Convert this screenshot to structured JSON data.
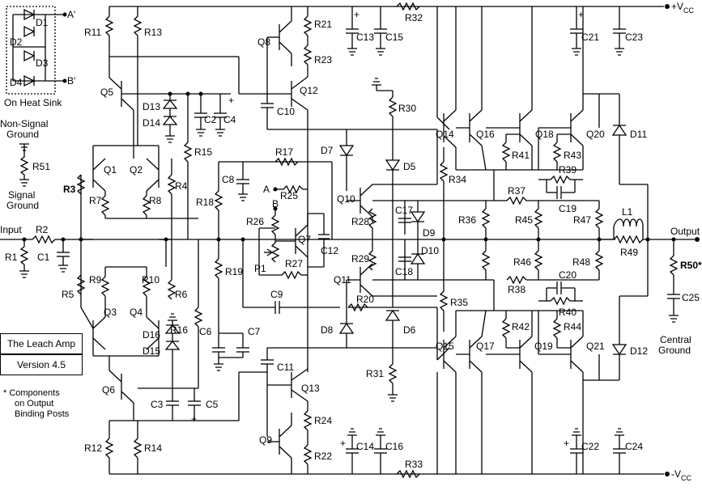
{
  "title_box": {
    "line1": "The Leach Amp",
    "line2": "Version 4.5"
  },
  "notes": {
    "heat_sink": "On Heat Sink",
    "non_signal_ground": [
      "Non-Signal",
      "Ground"
    ],
    "signal_ground": [
      "Signal",
      "Ground"
    ],
    "central_ground": [
      "Central",
      "Ground"
    ],
    "components_note": [
      "* Components",
      "on Output",
      "Binding Posts"
    ]
  },
  "terminals": {
    "input": "Input",
    "output": "Output",
    "vcc_pos": "+V",
    "vcc_neg": "-V",
    "vcc_sub": "CC",
    "a_prime": "A'",
    "b_prime": "B'",
    "a": "A",
    "b": "B"
  },
  "resistors": [
    "R1",
    "R2",
    "R3",
    "R4",
    "R5",
    "R6",
    "R7",
    "R8",
    "R9",
    "R10",
    "R11",
    "R12",
    "R13",
    "R14",
    "R15",
    "R16",
    "R17",
    "R18",
    "R19",
    "R20",
    "R21",
    "R22",
    "R23",
    "R24",
    "R25",
    "R26",
    "R27",
    "R28",
    "R29",
    "R30",
    "R31",
    "R32",
    "R33",
    "R34",
    "R35",
    "R36",
    "R37",
    "R38",
    "R39",
    "R40",
    "R41",
    "R42",
    "R43",
    "R44",
    "R45",
    "R46",
    "R47",
    "R48",
    "R49",
    "R50*",
    "R51"
  ],
  "capacitors": [
    "C1",
    "C2",
    "C3",
    "C4",
    "C5",
    "C6",
    "C7",
    "C8",
    "C9",
    "C10",
    "C11",
    "C12",
    "C13",
    "C14",
    "C15",
    "C16",
    "C17",
    "C18",
    "C19",
    "C20",
    "C21",
    "C22",
    "C23",
    "C24",
    "C25"
  ],
  "transistors": [
    "Q1",
    "Q2",
    "Q3",
    "Q4",
    "Q5",
    "Q6",
    "Q7",
    "Q8",
    "Q9",
    "Q10",
    "Q11",
    "Q12",
    "Q13",
    "Q14",
    "Q15",
    "Q16",
    "Q17",
    "Q18",
    "Q19",
    "Q20",
    "Q21"
  ],
  "diodes": [
    "D1",
    "D2",
    "D3",
    "D4",
    "D5",
    "D6",
    "D7",
    "D8",
    "D9",
    "D10",
    "D11",
    "D12",
    "D13",
    "D14",
    "D15",
    "D16"
  ],
  "other": {
    "inductor": "L1",
    "pot": "P1",
    "plus": "+"
  }
}
